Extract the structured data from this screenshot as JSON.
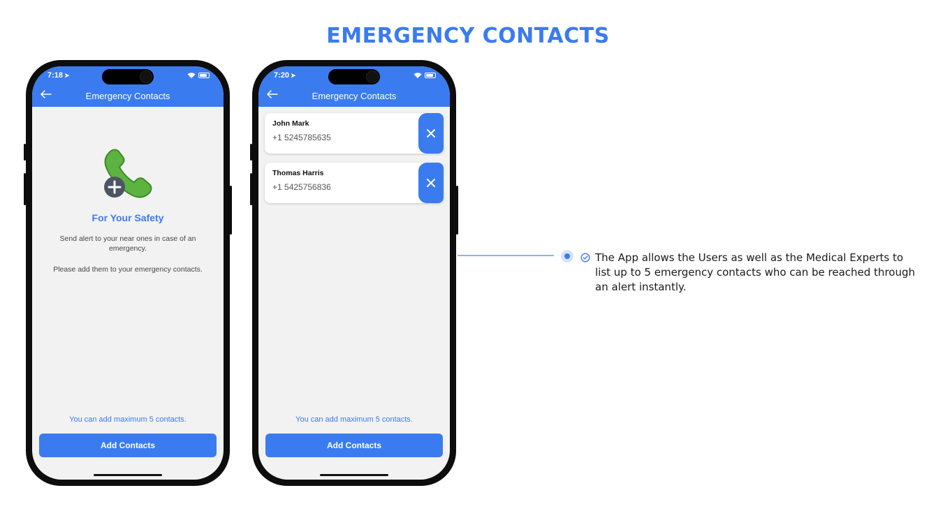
{
  "page": {
    "title": "EMERGENCY CONTACTS"
  },
  "phone_left": {
    "status_time": "7:18",
    "appbar_title": "Emergency Contacts",
    "empty_state": {
      "title": "For Your Safety",
      "line1": "Send alert to your near ones in case of an emergency.",
      "line2": "Please add them to your emergency contacts."
    },
    "limit_note": "You can add maximum 5 contacts.",
    "add_button": "Add Contacts"
  },
  "phone_right": {
    "status_time": "7:20",
    "appbar_title": "Emergency Contacts",
    "contacts": [
      {
        "name": "John Mark",
        "phone": "+1 5245785635"
      },
      {
        "name": "Thomas Harris",
        "phone": "+1 5425756836"
      }
    ],
    "limit_note": "You can add maximum 5 contacts.",
    "add_button": "Add Contacts"
  },
  "feature": {
    "text": "The App allows the Users as well as the Medical Experts to list up to 5 emergency contacts who can be reached through an alert instantly."
  },
  "colors": {
    "accent": "#3b7bf0",
    "screen_bg": "#f2f2f2",
    "phone_icon": "#5cb340"
  }
}
